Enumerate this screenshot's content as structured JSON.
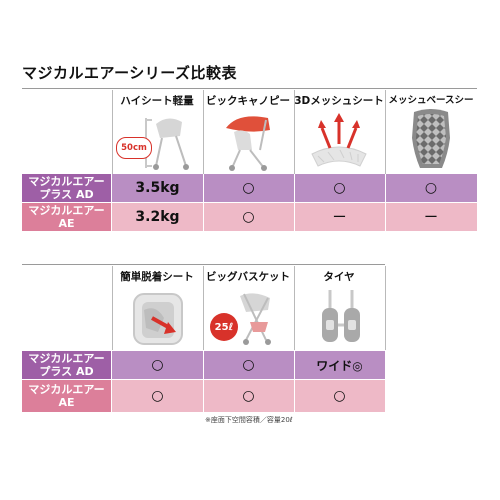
{
  "title": "マジカルエアーシリーズ比較表",
  "table1": {
    "headers": [
      "ハイシート軽量",
      "ビックキャノピー",
      "3Dメッシュシート",
      "メッシュベースシート"
    ],
    "height_badge": "50cm",
    "rows": [
      {
        "label_line1": "マジカルエアー",
        "label_line2": "プラス AD",
        "values": [
          "3.5kg",
          "○",
          "○",
          "○"
        ]
      },
      {
        "label_line1": "マジカルエアー",
        "label_line2": "AE",
        "values": [
          "3.2kg",
          "○",
          "ー",
          "ー"
        ]
      }
    ]
  },
  "table2": {
    "headers": [
      "簡単脱着シート",
      "ビッグバスケット",
      "タイヤ"
    ],
    "basket_badge": "25ℓ",
    "rows": [
      {
        "label_line1": "マジカルエアー",
        "label_line2": "プラス AD",
        "values": [
          "○",
          "○",
          "ワイド◎"
        ]
      },
      {
        "label_line1": "マジカルエアー",
        "label_line2": "AE",
        "values": [
          "○",
          "○",
          "○"
        ]
      }
    ],
    "footnote": "※座面下空間容積／容量20ℓ"
  },
  "colors": {
    "row_ad": "#b98ec3",
    "row_ad_label": "#9e5fa6",
    "row_ae": "#eeb9c7",
    "row_ae_label": "#dc7f9a",
    "canopy": "#e0503a",
    "arrows": "#d8322a"
  },
  "icons": [
    "stroller-high-seat-icon",
    "canopy-stroller-icon",
    "3d-mesh-arrows-icon",
    "mesh-seat-pad-icon",
    "detachable-seat-icon",
    "basket-stroller-icon",
    "wide-tire-icon"
  ]
}
